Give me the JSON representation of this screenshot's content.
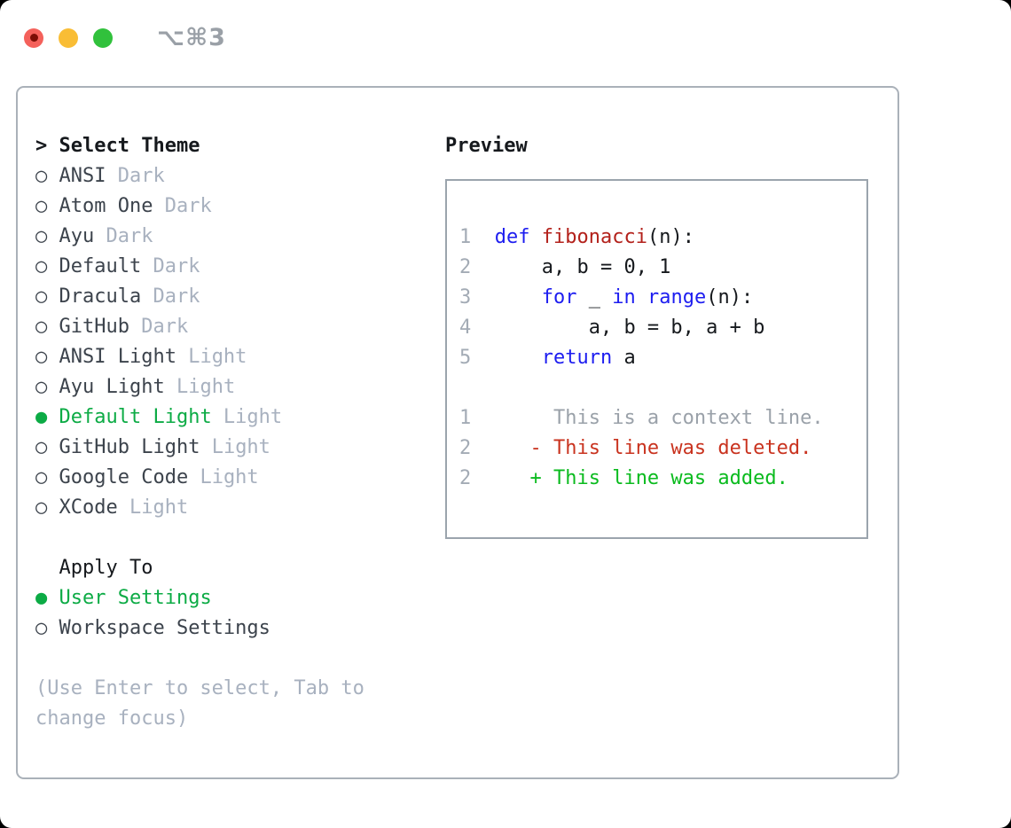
{
  "window": {
    "shortcut": "⌥⌘3"
  },
  "icons": {
    "radio_unselected": "○",
    "radio_selected": "●",
    "cursor_prefix": ">"
  },
  "theme_list": {
    "title": "Select Theme",
    "items": [
      {
        "name": "ANSI",
        "tag": "Dark",
        "selected": false
      },
      {
        "name": "Atom One",
        "tag": "Dark",
        "selected": false
      },
      {
        "name": "Ayu",
        "tag": "Dark",
        "selected": false
      },
      {
        "name": "Default",
        "tag": "Dark",
        "selected": false
      },
      {
        "name": "Dracula",
        "tag": "Dark",
        "selected": false
      },
      {
        "name": "GitHub",
        "tag": "Dark",
        "selected": false
      },
      {
        "name": "ANSI Light",
        "tag": "Light",
        "selected": false
      },
      {
        "name": "Ayu Light",
        "tag": "Light",
        "selected": false
      },
      {
        "name": "Default Light",
        "tag": "Light",
        "selected": true
      },
      {
        "name": "GitHub Light",
        "tag": "Light",
        "selected": false
      },
      {
        "name": "Google Code",
        "tag": "Light",
        "selected": false
      },
      {
        "name": "XCode",
        "tag": "Light",
        "selected": false
      }
    ]
  },
  "apply_to": {
    "title": "Apply To",
    "options": [
      {
        "name": "User Settings",
        "selected": true
      },
      {
        "name": "Workspace Settings",
        "selected": false
      }
    ]
  },
  "hint": "(Use Enter to select, Tab to change focus)",
  "preview": {
    "title": "Preview",
    "lines": [
      [
        {
          "t": "1  ",
          "c": "gut"
        },
        {
          "t": "def",
          "c": "kw"
        },
        {
          "t": " ",
          "c": "pl"
        },
        {
          "t": "fibonacci",
          "c": "fn"
        },
        {
          "t": "(n):",
          "c": "pl"
        }
      ],
      [
        {
          "t": "2  ",
          "c": "gut"
        },
        {
          "t": "    a, b = 0, 1",
          "c": "pl"
        }
      ],
      [
        {
          "t": "3  ",
          "c": "gut"
        },
        {
          "t": "    ",
          "c": "pl"
        },
        {
          "t": "for",
          "c": "kw"
        },
        {
          "t": " _ ",
          "c": "pl"
        },
        {
          "t": "in",
          "c": "kw"
        },
        {
          "t": " ",
          "c": "pl"
        },
        {
          "t": "range",
          "c": "kw"
        },
        {
          "t": "(n):",
          "c": "pl"
        }
      ],
      [
        {
          "t": "4  ",
          "c": "gut"
        },
        {
          "t": "        a, b = b, a + b",
          "c": "pl"
        }
      ],
      [
        {
          "t": "5  ",
          "c": "gut"
        },
        {
          "t": "    ",
          "c": "pl"
        },
        {
          "t": "return",
          "c": "kw"
        },
        {
          "t": " a",
          "c": "pl"
        }
      ],
      [],
      [
        {
          "t": "1  ",
          "c": "gut"
        },
        {
          "t": "     This is a context line.",
          "c": "ctx"
        }
      ],
      [
        {
          "t": "2  ",
          "c": "gut"
        },
        {
          "t": "   - This line was deleted.",
          "c": "del"
        }
      ],
      [
        {
          "t": "2  ",
          "c": "gut"
        },
        {
          "t": "   + This line was added.",
          "c": "add"
        }
      ]
    ]
  },
  "colors": {
    "tl-red": "#f4615b",
    "tl-red-dot": "#7c0e06",
    "tl-yellow": "#f9bd35",
    "tl-green": "#31c13c",
    "c-green": "#0cab45",
    "c-kw": "#1d1df0",
    "c-fn": "#b3211b",
    "c-del": "#c9331f",
    "c-add": "#0abb1e"
  }
}
